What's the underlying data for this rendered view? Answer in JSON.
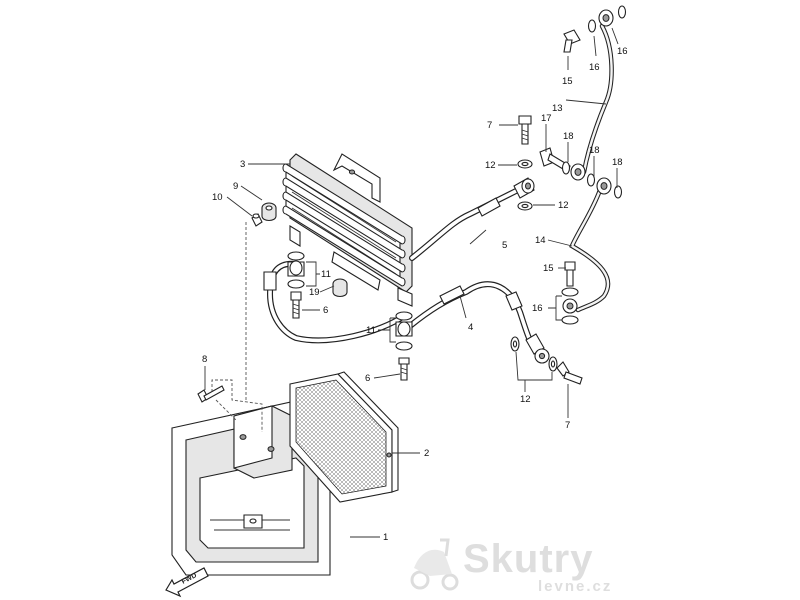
{
  "callouts": {
    "c1": "1",
    "c2": "2",
    "c3": "3",
    "c4": "4",
    "c5": "5",
    "c6a": "6",
    "c6b": "6",
    "c7a": "7",
    "c7b": "7",
    "c8": "8",
    "c9": "9",
    "c10": "10",
    "c11a": "11",
    "c11b": "11",
    "c12a": "12",
    "c12b": "12",
    "c12c": "12",
    "c13": "13",
    "c14": "14",
    "c15a": "15",
    "c15b": "15",
    "c16a": "16",
    "c16b": "16",
    "c16c": "16",
    "c17": "17",
    "c18a": "18",
    "c18b": "18",
    "c18c": "18",
    "c19": "19"
  },
  "direction_arrow": {
    "label": "FWD"
  },
  "watermark": {
    "brand_main": "Skutry",
    "brand_sub": "levne.cz",
    "icon": "scooter-icon"
  }
}
